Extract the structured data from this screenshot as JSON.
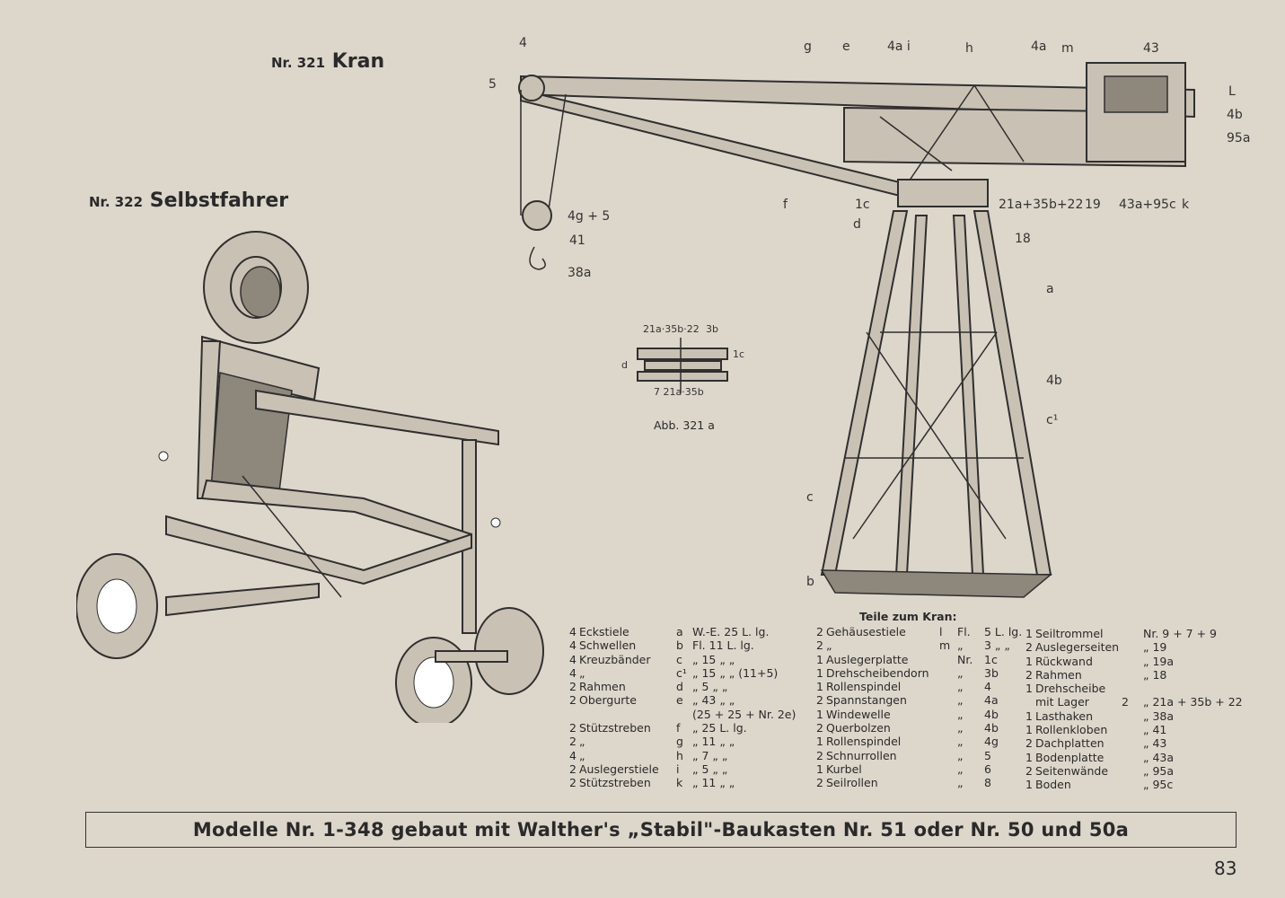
{
  "kran_title": {
    "nr": "Nr. 321",
    "name": "Kran"
  },
  "selbst_title": {
    "nr": "Nr. 322",
    "name": "Selbstfahrer"
  },
  "crane_labels": [
    "4",
    "g",
    "e",
    "4a i",
    "h",
    "4a",
    "m",
    "43",
    "5",
    "L",
    "4b",
    "95a",
    "f",
    "1c",
    "21a+35b+22",
    "19",
    "43a+95c",
    "k",
    "4g + 5",
    "41",
    "38a",
    "d",
    "18",
    "a",
    "4b",
    "c¹",
    "c",
    "b"
  ],
  "detail": {
    "top": "21a·35b·22",
    "top2": "3b",
    "right": "1c",
    "left": "d",
    "bottom": "7  21a·35b",
    "caption": "Abb. 321 a"
  },
  "parts_heading": "Teile zum Kran:",
  "parts_col1": [
    [
      "4",
      "Eckstiele",
      "a",
      "W.-E. 25 L. lg."
    ],
    [
      "4",
      "Schwellen",
      "b",
      "Fl. 11 L. lg."
    ],
    [
      "4",
      "Kreuzbänder",
      "c",
      "„ 15 „ „"
    ],
    [
      "4",
      "„",
      "c¹",
      "„ 15 „ „ (11+5)"
    ],
    [
      "2",
      "Rahmen",
      "d",
      "„ 5 „ „"
    ],
    [
      "2",
      "Obergurte",
      "e",
      "„ 43 „ „"
    ],
    [
      "",
      "",
      "",
      "(25 + 25 + Nr. 2e)"
    ],
    [
      "2",
      "Stützstreben",
      "f",
      "„ 25 L. lg."
    ],
    [
      "2",
      "„",
      "g",
      "„ 11 „ „"
    ],
    [
      "4",
      "„",
      "h",
      "„ 7 „ „"
    ],
    [
      "2",
      "Auslegerstiele",
      "i",
      "„ 5 „ „"
    ],
    [
      "2",
      "Stützstreben",
      "k",
      "„ 11 „ „"
    ]
  ],
  "parts_col2": [
    [
      "2",
      "Gehäusestiele",
      "l",
      "Fl.",
      "5 L. lg."
    ],
    [
      "2",
      "„",
      "m",
      "„",
      "3 „ „"
    ],
    [
      "1",
      "Auslegerplatte",
      "",
      "Nr.",
      "1c"
    ],
    [
      "1",
      "Drehscheibendorn",
      "",
      "„",
      "3b"
    ],
    [
      "1",
      "Rollenspindel",
      "",
      "„",
      "4"
    ],
    [
      "2",
      "Spannstangen",
      "",
      "„",
      "4a"
    ],
    [
      "1",
      "Windewelle",
      "",
      "„",
      "4b"
    ],
    [
      "2",
      "Querbolzen",
      "",
      "„",
      "4b"
    ],
    [
      "1",
      "Rollenspindel",
      "",
      "„",
      "4g"
    ],
    [
      "2",
      "Schnurrollen",
      "",
      "„",
      "5"
    ],
    [
      "1",
      "Kurbel",
      "",
      "„",
      "6"
    ],
    [
      "2",
      "Seilrollen",
      "",
      "„",
      "8"
    ]
  ],
  "parts_col3": [
    [
      "1",
      "Seiltrommel",
      "",
      "Nr. 9 + 7 + 9"
    ],
    [
      "2",
      "Auslegerseiten",
      "",
      "„ 19"
    ],
    [
      "1",
      "Rückwand",
      "",
      "„ 19a"
    ],
    [
      "2",
      "Rahmen",
      "",
      "„ 18"
    ],
    [
      "1",
      "Drehscheibe",
      "",
      ""
    ],
    [
      "",
      "mit Lager",
      "2",
      "„ 21a + 35b + 22"
    ],
    [
      "1",
      "Lasthaken",
      "",
      "„ 38a"
    ],
    [
      "1",
      "Rollenkloben",
      "",
      "„ 41"
    ],
    [
      "2",
      "Dachplatten",
      "",
      "„ 43"
    ],
    [
      "1",
      "Bodenplatte",
      "",
      "„ 43a"
    ],
    [
      "2",
      "Seitenwände",
      "",
      "„ 95a"
    ],
    [
      "1",
      "Boden",
      "",
      "„ 95c"
    ]
  ],
  "footer": "Modelle Nr. 1-348 gebaut mit Walther's „Stabil\"-Baukasten Nr. 51 oder Nr. 50 und 50a",
  "page_number": "83"
}
